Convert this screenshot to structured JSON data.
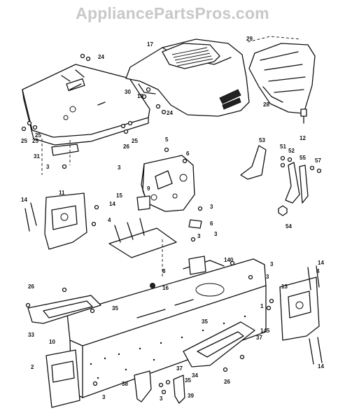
{
  "watermark": "AppliancePartsPros.com",
  "callouts": [
    "24",
    "17",
    "29",
    "30",
    "18",
    "24",
    "28",
    "25",
    "25",
    "25",
    "26",
    "25",
    "12",
    "5",
    "6",
    "31",
    "3",
    "53",
    "51",
    "52",
    "55",
    "57",
    "3",
    "9",
    "14",
    "11",
    "15",
    "14",
    "3",
    "54",
    "4",
    "3",
    "6",
    "3",
    "8",
    "3",
    "140",
    "16",
    "3",
    "14",
    "4",
    "26",
    "13",
    "35",
    "1",
    "33",
    "10",
    "145",
    "37",
    "35",
    "37",
    "2",
    "35",
    "34",
    "26",
    "3",
    "38",
    "3",
    "39",
    "14"
  ]
}
